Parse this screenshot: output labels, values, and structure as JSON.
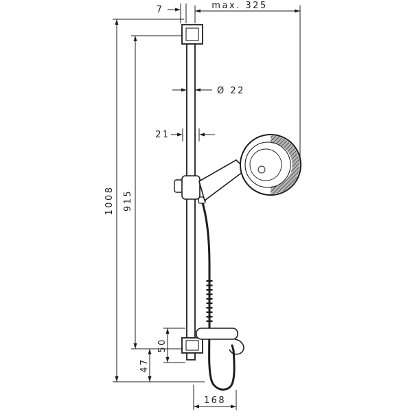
{
  "drawing": {
    "labels": {
      "top_offset": "7",
      "max_reach": "max. 325",
      "diameter": "Ø 22",
      "bar_gap": "21",
      "overall_height": "1008",
      "bar_height": "915",
      "lower_offset": "47",
      "outlet_offset": "50",
      "base_width": "168"
    }
  }
}
